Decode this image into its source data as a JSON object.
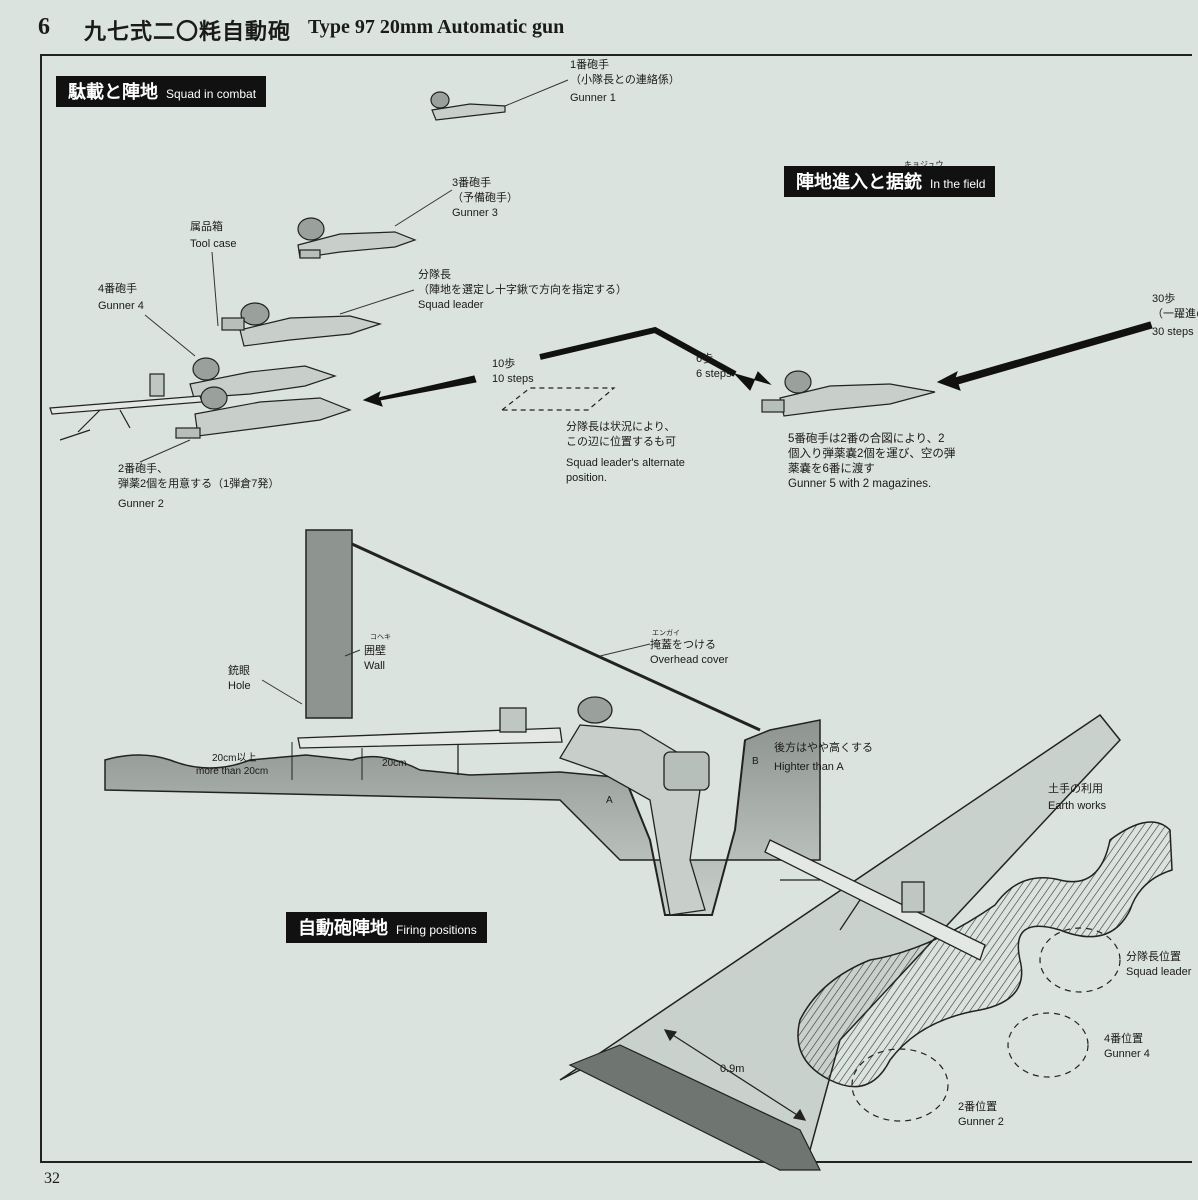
{
  "header": {
    "chapter": "6",
    "title_jp": "九七式二〇粍自動砲",
    "title_en": "Type 97 20mm  Automatic  gun"
  },
  "sections": {
    "combat": {
      "jp": "駄載と陣地",
      "en": "Squad in combat"
    },
    "field": {
      "jp": "陣地進入と据銃",
      "en": "In  the field",
      "ruby": "キョジュウ"
    },
    "firing": {
      "jp": "自動砲陣地",
      "en": "Firing positions"
    }
  },
  "labels": {
    "gunner1": {
      "jp1": "1番砲手",
      "jp2": "（小隊長との連絡係）",
      "en": "Gunner 1"
    },
    "gunner3": {
      "jp1": "3番砲手",
      "jp2": "（予備砲手）",
      "en": "Gunner 3"
    },
    "toolcase": {
      "jp": "属品箱",
      "en": "Tool case"
    },
    "squadleader": {
      "jp1": "分隊長",
      "jp2": "（陣地を選定し十字鍬で方向を指定する）",
      "en": "Squad leader"
    },
    "gunner4": {
      "jp": "4番砲手",
      "en": "Gunner 4"
    },
    "gunner2": {
      "jp1": "2番砲手、",
      "jp2": "弾薬2個を用意する（1弾倉7発）",
      "en": "Gunner 2"
    },
    "steps10": {
      "jp": "10歩",
      "en": "10 steps"
    },
    "steps6": {
      "jp": "6歩",
      "en": "6 steps"
    },
    "steps30": {
      "jp": "30歩",
      "jp2": "（一躍進の距",
      "en": "30 steps"
    },
    "alternate": {
      "jp1": "分隊長は状況により、",
      "jp2": "この辺に位置するも可",
      "en1": "Squad leader's alternate",
      "en2": "position."
    },
    "gunner5": {
      "jp1": "5番砲手は2番の合図により、2",
      "jp2": "個入り弾薬嚢2個を運び、空の弾",
      "jp3": "薬嚢を6番に渡す",
      "en": "Gunner 5 with 2 magazines."
    },
    "wall": {
      "ruby": "コヘキ",
      "jp": "囲壁",
      "en": "Wall"
    },
    "hole": {
      "jp": "銃眼",
      "en": "Hole"
    },
    "cover": {
      "ruby": "エンガイ",
      "jp": "掩蓋をつける",
      "en": "Overhead  cover"
    },
    "dim20a": {
      "jp": "20cm以上",
      "en": "more than 20cm"
    },
    "dim20b": "20cm",
    "rear": {
      "jp": "後方はやや高くする",
      "en": "Highter than A"
    },
    "pointA": "A",
    "pointB": "B",
    "earthworks": {
      "jp": "土手の利用",
      "en": "Earth works"
    },
    "pos_leader": {
      "jp": "分隊長位置",
      "en": "Squad leader"
    },
    "pos_g4": {
      "jp": "4番位置",
      "en": "Gunner 4"
    },
    "pos_g2": {
      "jp": "2番位置",
      "en": "Gunner 2"
    },
    "dim09": "0.9m"
  },
  "page_number": "32"
}
